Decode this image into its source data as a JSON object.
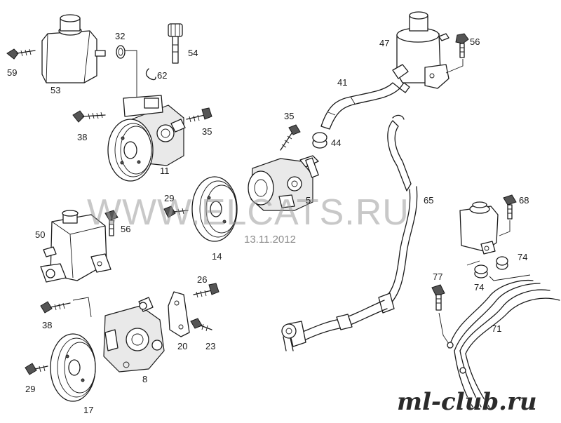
{
  "labels": {
    "l59": "59",
    "l53": "53",
    "l32": "32",
    "l54": "54",
    "l62": "62",
    "l38a": "38",
    "l35a": "35",
    "l11": "11",
    "l47": "47",
    "l56a": "56",
    "l41": "41",
    "l35b": "35",
    "l44": "44",
    "l5": "5",
    "l65": "65",
    "l29a": "29",
    "l56b": "56",
    "l14": "14",
    "l50": "50",
    "l68": "68",
    "l74a": "74",
    "l74b": "74",
    "l77": "77",
    "l26": "26",
    "l38b": "38",
    "l20": "20",
    "l23": "23",
    "l71": "71",
    "l29b": "29",
    "l8": "8",
    "l17": "17"
  },
  "watermark": {
    "text": "WWW.ELCATS.RU",
    "date": "13.11.2012"
  },
  "logo": {
    "text": "ml-club.ru"
  }
}
